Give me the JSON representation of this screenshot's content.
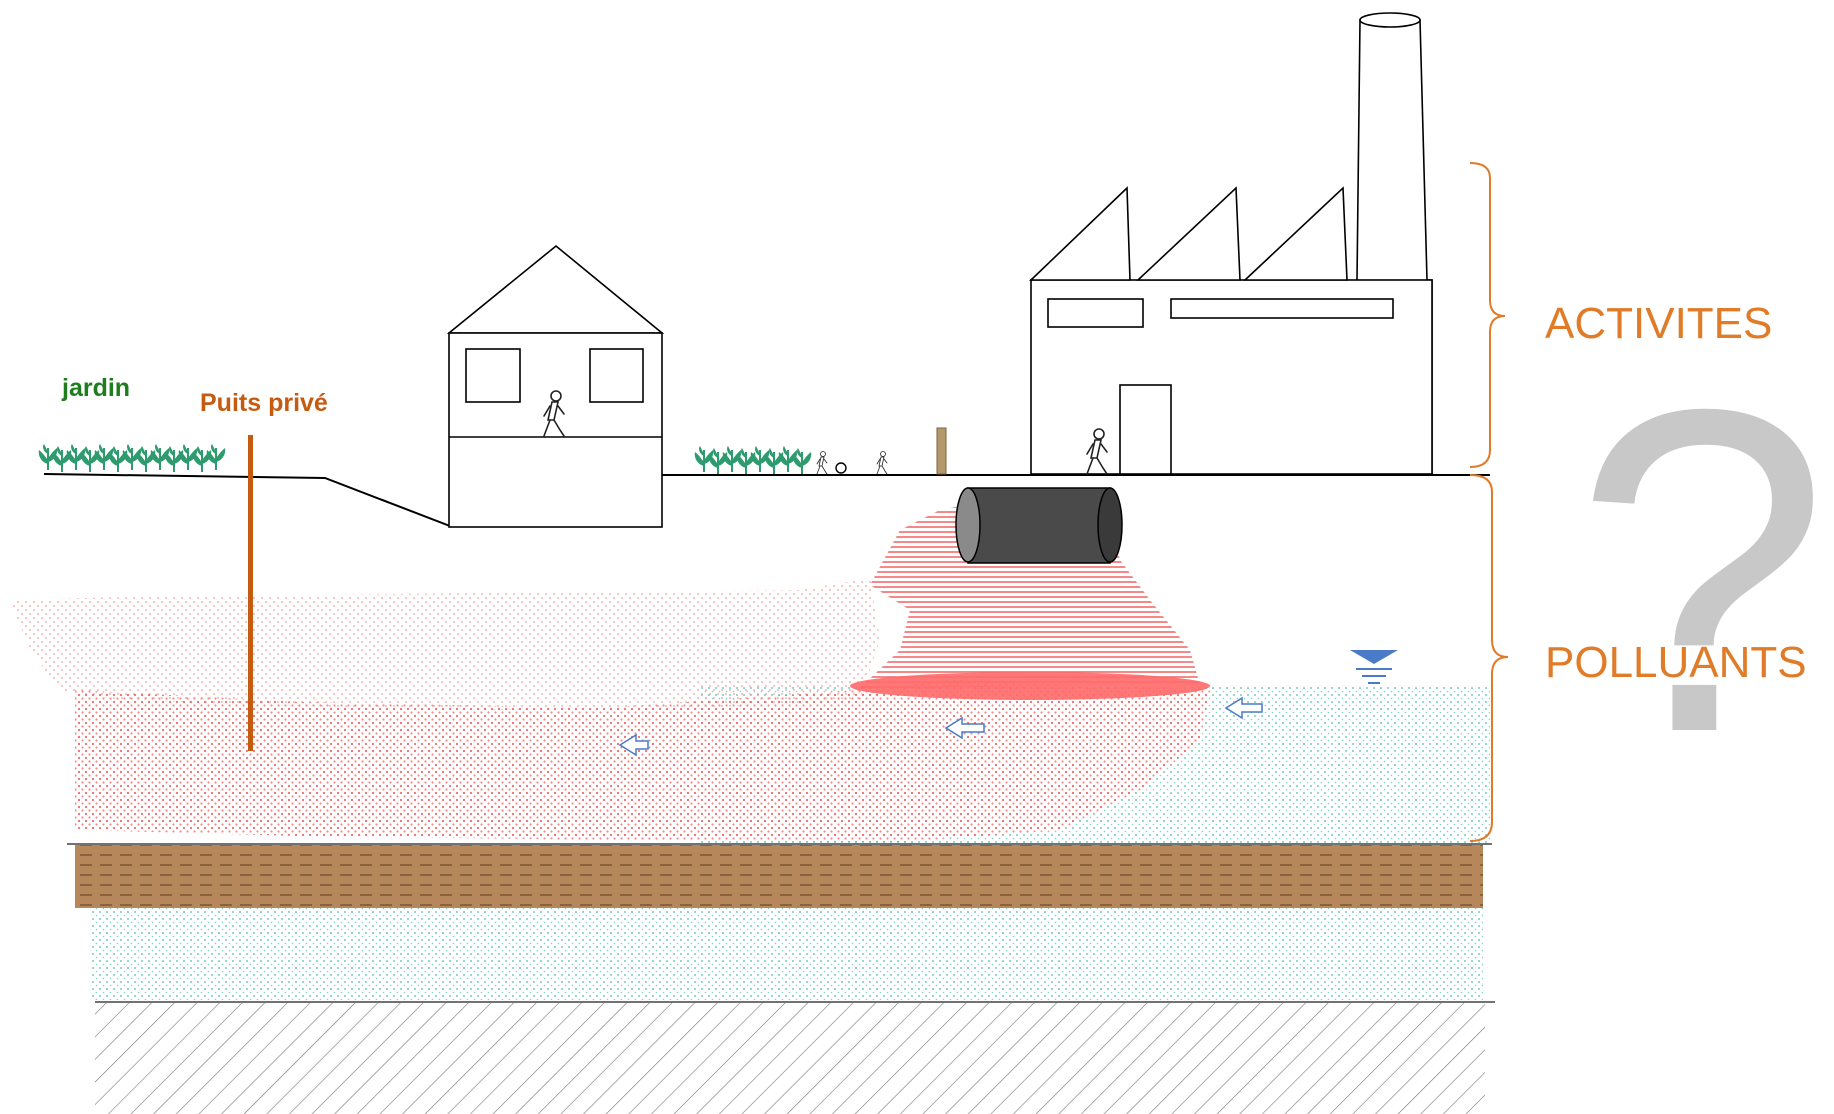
{
  "labels": {
    "jardin": "jardin",
    "puits": "Puits privé",
    "activites": "ACTIVITES",
    "polluants": "POLLUANTS",
    "question": "?"
  },
  "colors": {
    "green_label": "#1e7d1e",
    "well": "#c55a11",
    "orange": "#e07b28",
    "pollution": "#f26b6b",
    "pollution_core": "#ff6b6b",
    "water_dots": "#5cc6b4",
    "clay": "#b5875a",
    "question_mark": "#c8c8c8",
    "arrow_blue": "#4a7ac8",
    "drum": "#4a4a4a"
  },
  "icons": [
    "plant-icon",
    "walking-person-icon",
    "drum-icon",
    "chimney-icon",
    "water-table-icon",
    "flow-arrow-icon"
  ]
}
